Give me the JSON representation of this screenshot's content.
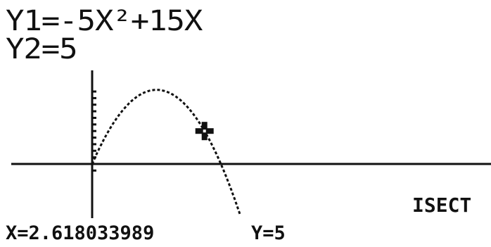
{
  "equations": {
    "y1": "Y1=-5X²+15X",
    "y2": "Y2=5"
  },
  "trace": {
    "mode_label": "ISECT",
    "x_readout": "X=2.618033989",
    "y_readout": "Y=5"
  },
  "chart_data": {
    "type": "line",
    "series": [
      {
        "name": "Y1",
        "expression": "-5X^2+15X"
      },
      {
        "name": "Y2",
        "expression": "5"
      }
    ],
    "xlim": [
      -0.7,
      4.0
    ],
    "ylim": [
      -1.4,
      11.2
    ],
    "intersection": {
      "x": 2.618033989,
      "y": 5
    },
    "grid": false,
    "tick_marks": "y-axis"
  },
  "colors": {
    "ink": "#111111",
    "background": "#ffffff"
  },
  "icons": {
    "cursor": "plus-cursor-icon"
  }
}
